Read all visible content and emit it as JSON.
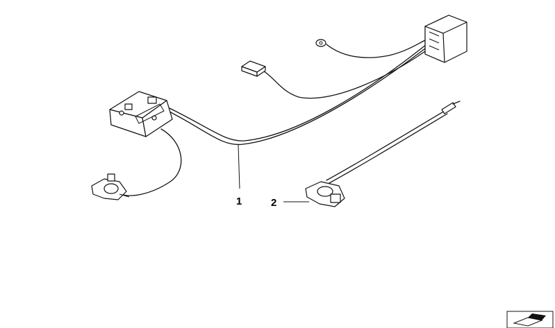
{
  "callouts": [
    {
      "id": "1",
      "label": "1"
    },
    {
      "id": "2",
      "label": "2"
    }
  ],
  "colors": {
    "line": "#111111",
    "background": "#ffffff",
    "shade": "#e8e8e8"
  },
  "icons": [
    "arrow-nav-icon"
  ]
}
